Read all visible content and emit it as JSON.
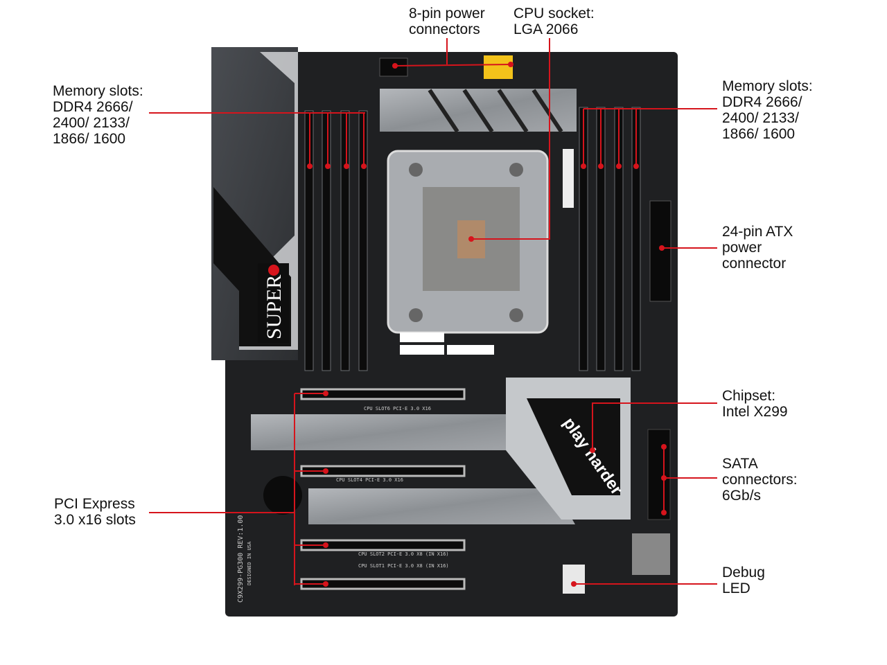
{
  "callouts": {
    "power_8pin": "8-pin power\nconnectors",
    "cpu_socket": "CPU socket:\nLGA 2066",
    "memory_left": "Memory slots:\nDDR4 2666/\n2400/ 2133/\n1866/ 1600",
    "memory_right": "Memory slots:\nDDR4 2666/\n2400/ 2133/\n1866/ 1600",
    "atx_24pin": "24-pin ATX\npower\nconnector",
    "chipset": "Chipset:\nIntel X299",
    "sata": "SATA\nconnectors:\n6Gb/s",
    "pcie": "PCI Express\n3.0 x16 slots",
    "debug_led": "Debug\nLED"
  },
  "board": {
    "brand_logo": "SUPER",
    "chipset_logo": "play harder",
    "model": "C9X299-PG300 REV:1.00",
    "designed": "DESIGNED IN USA",
    "slot_labels": [
      "CPU SLOT6 PCI-E 3.0 X16",
      "CPU SLOT4 PCI-E 3.0 X16",
      "CPU SLOT2 PCI-E 3.0 X8 (IN X16)",
      "CPU SLOT1 PCI-E 3.0 X8 (IN X16)"
    ]
  },
  "colors": {
    "callout_line": "#d6141c",
    "pcb": "#1e1f21",
    "heatsink": "#8e9196"
  }
}
